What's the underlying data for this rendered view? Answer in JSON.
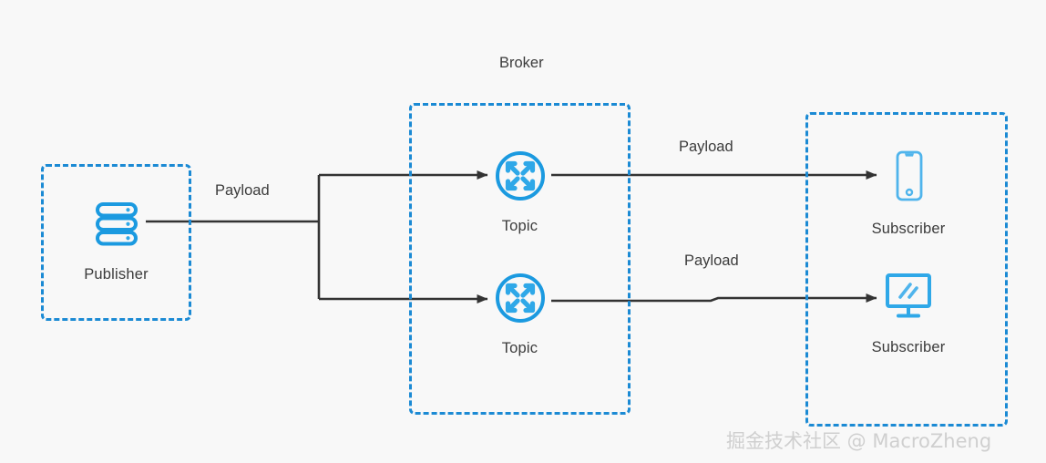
{
  "diagram": {
    "type": "pub-sub-message-broker",
    "background_color": "#f8f8f8",
    "accent_color": "#1b8ad4",
    "line_color": "#333333",
    "text_color": "#3b3b3b",
    "zones": [
      {
        "id": "publisher",
        "title": "",
        "title_visible": false
      },
      {
        "id": "broker",
        "title": "Broker",
        "title_visible": true
      },
      {
        "id": "subscriber",
        "title": "",
        "title_visible": false
      }
    ],
    "nodes": [
      {
        "id": "publisher",
        "label": "Publisher",
        "icon": "server-stack-icon"
      },
      {
        "id": "topic-1",
        "label": "Topic",
        "icon": "router-arrows-circle-icon"
      },
      {
        "id": "topic-2",
        "label": "Topic",
        "icon": "router-arrows-circle-icon"
      },
      {
        "id": "subscriber-1",
        "label": "Subscriber",
        "icon": "mobile-phone-icon"
      },
      {
        "id": "subscriber-2",
        "label": "Subscriber",
        "icon": "desktop-monitor-icon"
      }
    ],
    "edges": [
      {
        "id": "publisher-to-topic-1",
        "label": "Payload",
        "from": "publisher",
        "to": "topic-1"
      },
      {
        "id": "publisher-to-topic-2",
        "label": "Payload",
        "from": "publisher",
        "to": "topic-2"
      },
      {
        "id": "topic-1-to-sub-1",
        "label": "Payload",
        "from": "topic-1",
        "to": "subscriber-1"
      },
      {
        "id": "topic-2-to-sub-2",
        "label": "Payload",
        "from": "topic-2",
        "to": "subscriber-2"
      }
    ]
  },
  "watermark": {
    "text": "掘金技术社区 @ MacroZheng"
  }
}
